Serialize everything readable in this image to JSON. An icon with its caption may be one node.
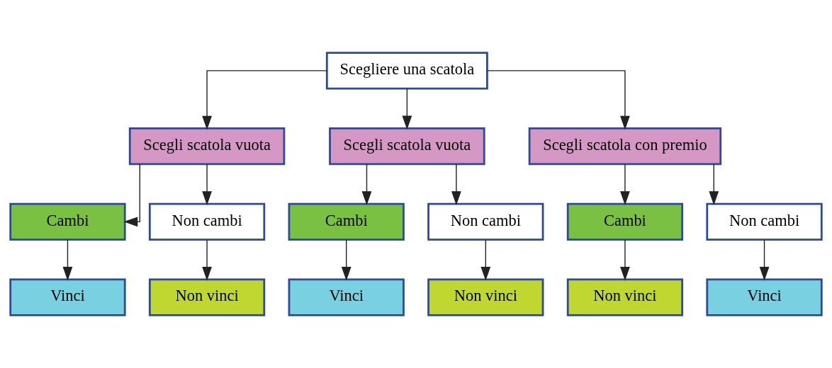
{
  "diagram": {
    "nodes": [
      {
        "text": [
          "Scegliere una scatola"
        ]
      },
      {
        "text": [
          "Scegli scatola vuota"
        ]
      },
      {
        "text": [
          "Scegli scatola vuota"
        ]
      },
      {
        "text": [
          "Scegli scatola con premio"
        ]
      },
      {
        "text": [
          "Cambi"
        ]
      },
      {
        "text": [
          "Non cambi"
        ]
      },
      {
        "text": [
          "Cambi"
        ]
      },
      {
        "text": [
          "Non cambi"
        ]
      },
      {
        "text": [
          "Cambi"
        ]
      },
      {
        "text": [
          "Non cambi"
        ]
      },
      {
        "text": [
          "Vinci"
        ]
      },
      {
        "text": [
          "Non vinci"
        ]
      },
      {
        "text": [
          "Vinci"
        ]
      },
      {
        "text": [
          "Non vinci"
        ]
      },
      {
        "text": [
          "Non vinci"
        ]
      },
      {
        "text": [
          "Vinci"
        ]
      }
    ],
    "edges": [
      {
        "from": 0,
        "to": 1,
        "arrow": "to"
      },
      {
        "from": 0,
        "to": 2,
        "arrow": "to"
      },
      {
        "from": 0,
        "to": 3,
        "arrow": "to"
      },
      {
        "from": 1,
        "to": 4,
        "arrow": "to"
      },
      {
        "from": 1,
        "to": 5,
        "arrow": "to"
      },
      {
        "from": 2,
        "to": 6,
        "arrow": "to"
      },
      {
        "from": 2,
        "to": 7,
        "arrow": "to"
      },
      {
        "from": 3,
        "to": 8,
        "arrow": "to"
      },
      {
        "from": 3,
        "to": 9,
        "arrow": "to"
      },
      {
        "from": 4,
        "to": 10,
        "arrow": "to"
      },
      {
        "from": 5,
        "to": 11,
        "arrow": "to"
      },
      {
        "from": 6,
        "to": 12,
        "arrow": "to"
      },
      {
        "from": 7,
        "to": 13,
        "arrow": "to"
      },
      {
        "from": 8,
        "to": 14,
        "arrow": "to"
      },
      {
        "from": 9,
        "to": 15,
        "arrow": "to"
      }
    ]
  }
}
